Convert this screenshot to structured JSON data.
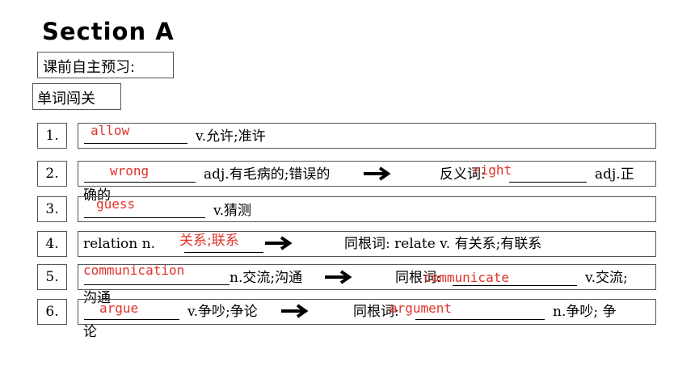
{
  "title": "Section A",
  "preview_label": "课前自主预习:",
  "vocab_label": "单词闯关",
  "rows": [
    {
      "num": "1.",
      "answer": "allow",
      "text": "v.允许;准许"
    },
    {
      "num": "2.",
      "answer": "wrong",
      "text": "adj.有毛病的;错误的",
      "mid": "反义词:",
      "answer2": "right",
      "text2": "adj.正",
      "wrap": "确的"
    },
    {
      "num": "3.",
      "answer": "guess",
      "text": "v.猜测"
    },
    {
      "num": "4.",
      "prefix": "relation  n.",
      "answer": "关系;联系",
      "mid": "同根词: relate  v. 有关系;有联系"
    },
    {
      "num": "5.",
      "answer": "communication",
      "text": "n.交流;沟通",
      "mid": "同根词:",
      "answer2": "communicate",
      "text2": "v.交流;",
      "wrap": "沟通"
    },
    {
      "num": "6.",
      "answer": "argue",
      "text": "v.争吵;争论",
      "mid": "同根词:",
      "answer2": "argument",
      "text2": "n.争吵; 争",
      "wrap": "论"
    }
  ]
}
